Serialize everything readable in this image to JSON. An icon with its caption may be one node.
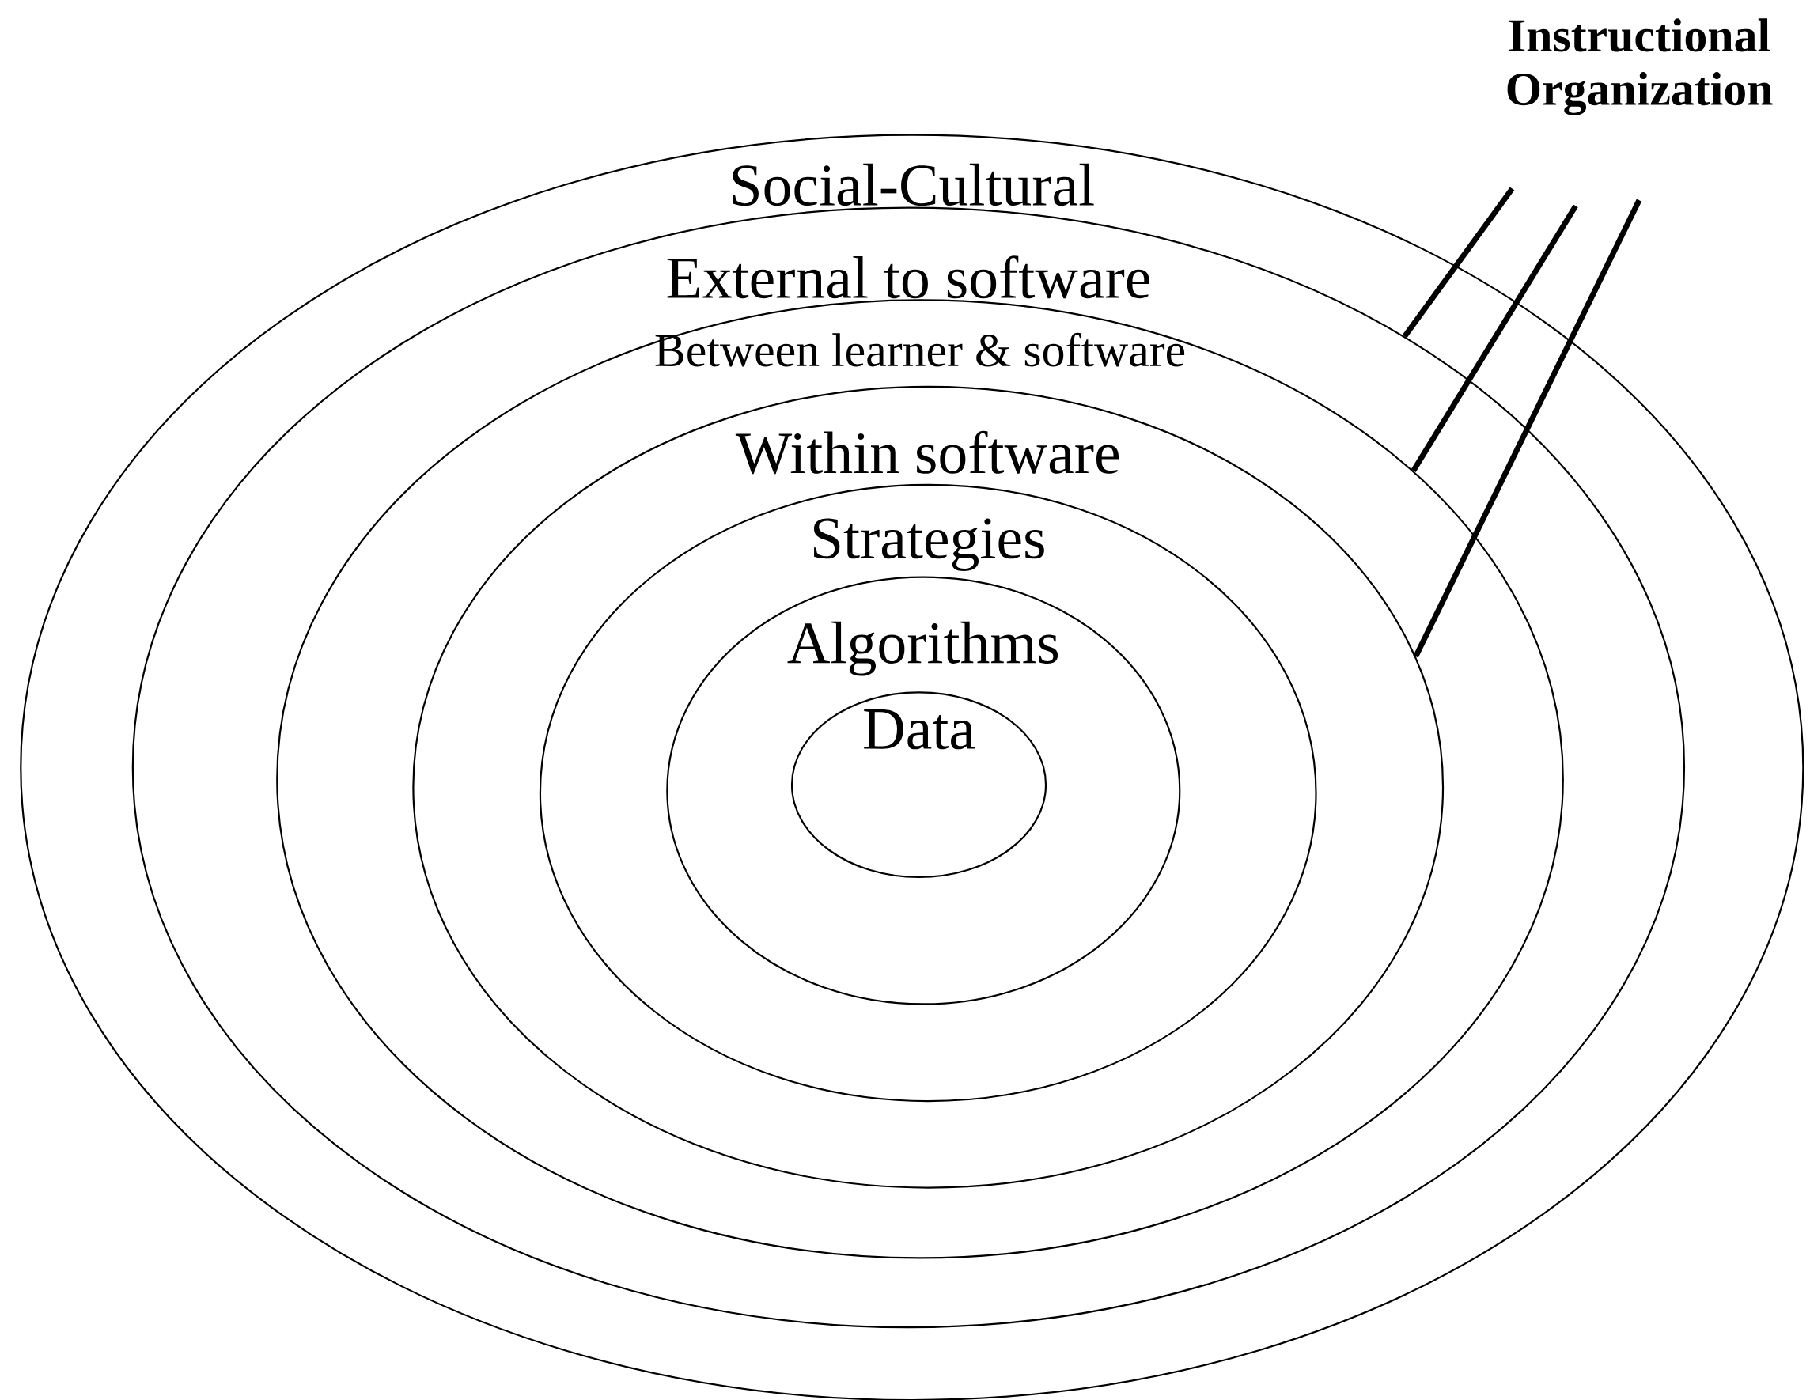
{
  "diagram": {
    "nodes": [
      {
        "text": [
          "Social-Cultural"
        ]
      },
      {
        "text": [
          "External to software"
        ],
        "in": 0
      },
      {
        "text": [
          "Between learner & software"
        ],
        "in": 1
      },
      {
        "text": [
          "Within software"
        ],
        "in": 2
      },
      {
        "text": [
          "Strategies"
        ],
        "in": 3
      },
      {
        "text": [
          "Algorithms"
        ],
        "in": 4
      },
      {
        "text": [
          "Data"
        ],
        "in": 5
      },
      {
        "text": [
          "Instructional Organization"
        ]
      }
    ],
    "edges": [
      {
        "from": 7,
        "to": 1,
        "arrow": "none"
      },
      {
        "from": 7,
        "to": 2,
        "arrow": "none"
      },
      {
        "from": 7,
        "to": 3,
        "arrow": "none"
      }
    ]
  }
}
